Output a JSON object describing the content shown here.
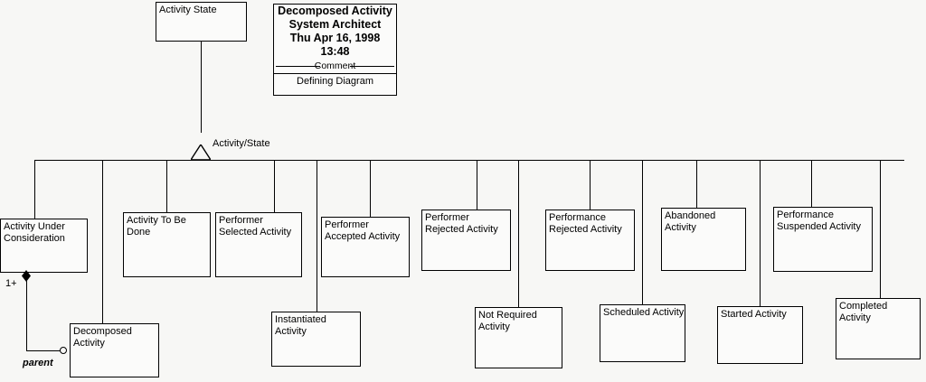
{
  "diagram": {
    "title_block": {
      "name": "Decomposed Activity",
      "author": "System Architect",
      "date": "Thu Apr 16, 1998",
      "time": "13:48",
      "separator_label": "Comment",
      "comment": "Defining Diagram"
    },
    "superclass": {
      "label": "Activity State"
    },
    "generalization": {
      "discriminator": "Activity/State"
    },
    "association": {
      "multiplicity": "1+",
      "role": "parent"
    },
    "subclasses": [
      {
        "label": "Activity Under\nConsideration"
      },
      {
        "label": "Activity To Be\nDone"
      },
      {
        "label": "Performer\nSelected Activity"
      },
      {
        "label": "Performer\nAccepted Activity"
      },
      {
        "label": "Performer\nRejected Activity"
      },
      {
        "label": "Performance\nRejected Activity"
      },
      {
        "label": "Abandoned\nActivity"
      },
      {
        "label": "Performance\nSuspended Activity"
      },
      {
        "label": "Instantiated Activity"
      },
      {
        "label": "Not Required\nActivity"
      },
      {
        "label": "Scheduled Activity"
      },
      {
        "label": "Started Activity"
      },
      {
        "label": "Completed Activity"
      }
    ],
    "related_class": {
      "label": "Decomposed\nActivity"
    },
    "colors": {
      "stroke": "#000000",
      "fill": "#fbfbfa",
      "background": "#f7f7f5"
    }
  }
}
